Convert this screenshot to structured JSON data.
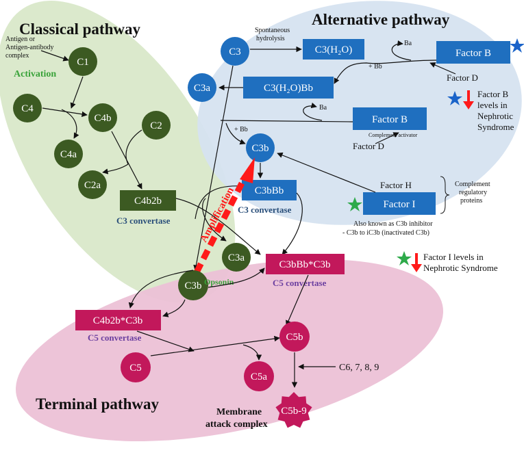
{
  "titles": {
    "classical": "Classical pathway",
    "alternative": "Alternative pathway",
    "terminal": "Terminal pathway"
  },
  "colors": {
    "classical_bg": "#dbe9cc",
    "alternative_bg": "#d6e3f0",
    "terminal_bg": "#ecc1d6",
    "green_node": "#3c5a22",
    "blue_node": "#1f6fbf",
    "magenta_node": "#c2185b",
    "amplification": "#ff1a1a",
    "star_blue": "#1a63c9",
    "star_green": "#2eaa4a"
  },
  "classical": {
    "trigger": [
      "Antigen or",
      "Antigen-antibody",
      "complex"
    ],
    "activation": "Activation",
    "c1": "C1",
    "c4": "C4",
    "c4b": "C4b",
    "c2": "C2",
    "c4a": "C4a",
    "c2a": "C2a",
    "c4b2b": "C4b2b",
    "c3_convertase": "C3 convertase"
  },
  "alternative": {
    "c3": "C3",
    "spontaneous": [
      "Spontaneous",
      "hydrolysis"
    ],
    "c3h2o": "C3(H₂O)",
    "factor_b_top": "Factor B",
    "ba_top": "Ba",
    "bb_top": "+ Bb",
    "factor_d_top": "Factor D",
    "c3a": "C3a",
    "c3h2obb": "C3(H₂O)Bb",
    "factor_b_levels": [
      "Factor B",
      "levels in",
      "Nephrotic",
      "Syndrome"
    ],
    "factor_b_mid": "Factor B",
    "complement_activator": "Complement activator",
    "ba_mid": "Ba",
    "bb_mid": "+ Bb",
    "factor_d_mid": "Factor D",
    "c3b": "C3b",
    "c3bbb": "C3bBb",
    "c3_convertase": "C3 convertase",
    "factor_h": "Factor H",
    "factor_i": "Factor I",
    "regulatory": [
      "Complement",
      "regulatory",
      "proteins"
    ],
    "inhibitor": [
      "Also known as C3b inhibitor",
      "- C3b to iC3b (inactivated C3b)"
    ],
    "factor_i_levels": [
      "Factor I levels in",
      "Nephrotic Syndrome"
    ]
  },
  "amplification": "Amplification",
  "center": {
    "c3b": "C3b",
    "opsonin": "Opsonin",
    "c3a": "C3a"
  },
  "terminal": {
    "c3bbbc3b": "C3bBb*C3b",
    "c5_convertase_right": "C5 convertase",
    "c4b2bc3b": "C4b2b*C3b",
    "c5_convertase_left": "C5 convertase",
    "c5": "C5",
    "c5b": "C5b",
    "c5a": "C5a",
    "c6789": "C6, 7, 8, 9",
    "c5b9": "C5b-9",
    "mac": [
      "Membrane",
      "attack complex"
    ]
  }
}
